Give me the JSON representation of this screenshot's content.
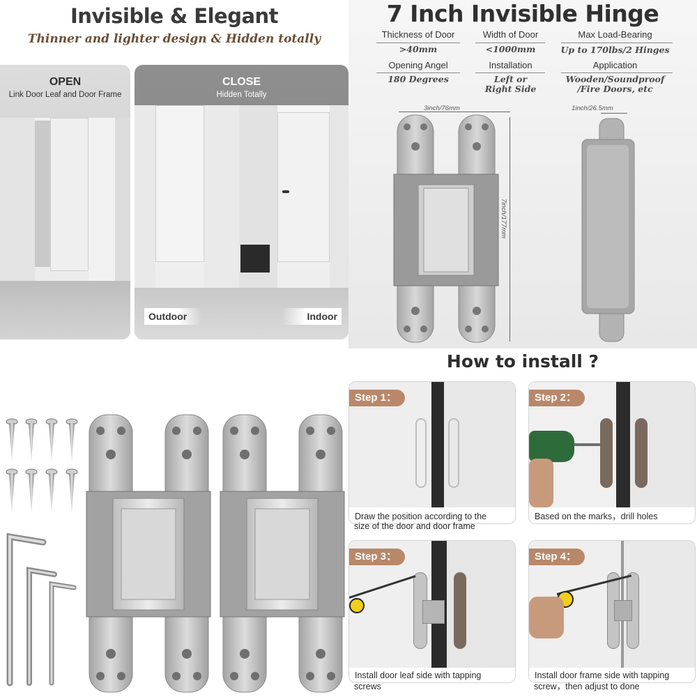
{
  "quadrant1": {
    "title": "Invisible & Elegant",
    "subtitle": "Thinner and lighter design & Hidden totally",
    "open_panel": {
      "heading": "OPEN",
      "description": "Link Door Leaf and Door Frame"
    },
    "close_panel": {
      "heading": "CLOSE",
      "description": "Hidden Totally"
    },
    "labels": {
      "outdoor": "Outdoor",
      "indoor": "Indoor"
    }
  },
  "quadrant2": {
    "title": "7 Inch Invisible Hinge",
    "specs": [
      {
        "label": "Thickness of Door",
        "value": ">40mm"
      },
      {
        "label": "Width of Door",
        "value": "<1000mm"
      },
      {
        "label": "Max Load-Bearing",
        "value": "Up to 170lbs/2 Hinges"
      },
      {
        "label": "Opening Angel",
        "value": "180 Degrees"
      },
      {
        "label": "Installation",
        "value_line1": "Left or",
        "value_line2": "Right Side"
      },
      {
        "label": "Application",
        "value_line1": "Wooden/Soundproof",
        "value_line2": "/Fire Doors, etc"
      }
    ],
    "dimensions": {
      "width": "3inch/76mm",
      "height": "7inch/177mm",
      "depth": "1inch/26.5mm"
    }
  },
  "quadrant4": {
    "title": "How to install ?",
    "steps": [
      {
        "badge": "Step 1：",
        "line1": "Draw the position according to the",
        "line2": "size of the door and door frame"
      },
      {
        "badge": "Step 2：",
        "line1": "Based on the marks，drill holes",
        "line2": ""
      },
      {
        "badge": "Step 3：",
        "line1": "Install door leaf side with tapping",
        "line2": "screws"
      },
      {
        "badge": "Step 4：",
        "line1": "Install door frame side with tapping",
        "line2": "screw，then adjust to done"
      }
    ]
  },
  "colors": {
    "badge": "#b9886a",
    "subtitle": "#6b4e35",
    "hinge_silver": "#c4c4c4",
    "drill_green": "#2e6b3a",
    "screwdriver_yellow": "#f2cf1b"
  }
}
